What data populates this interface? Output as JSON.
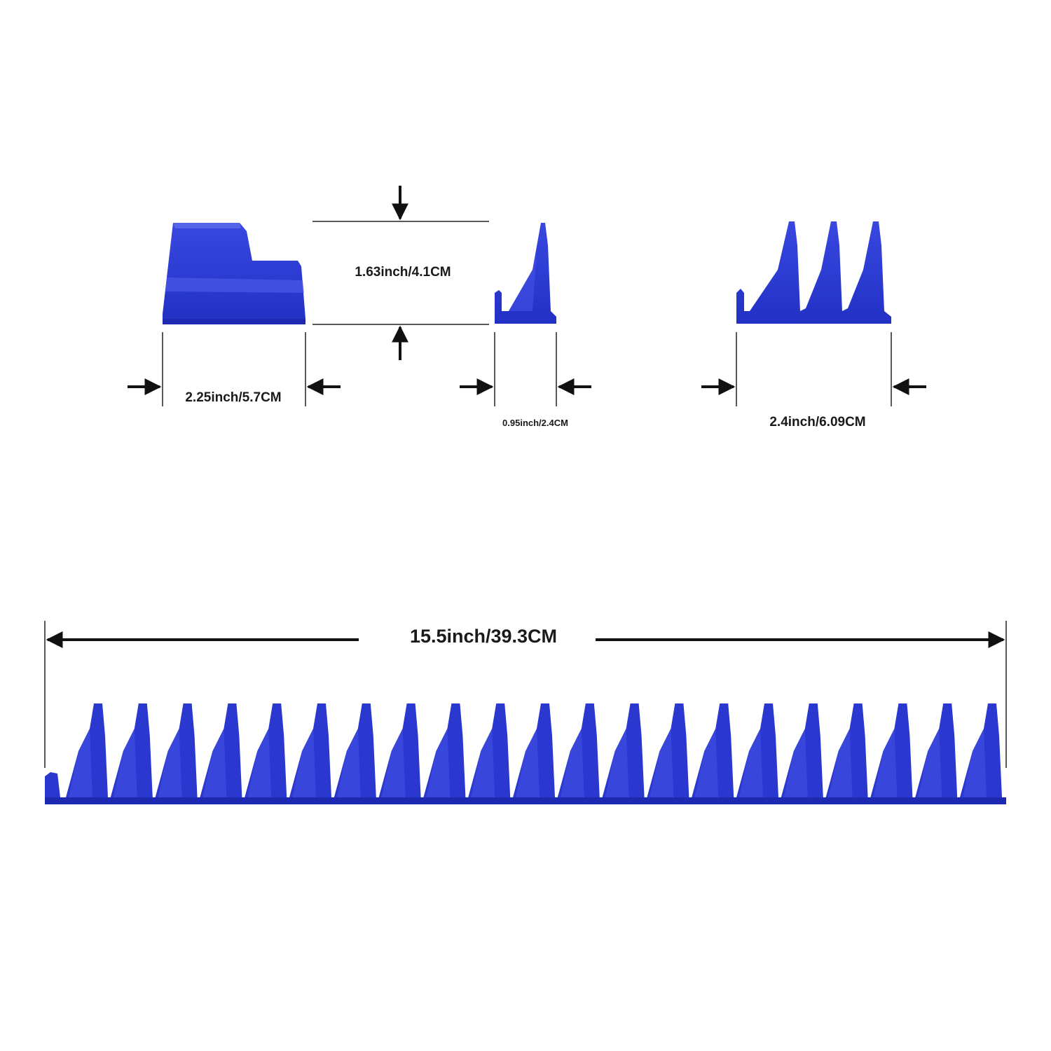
{
  "dimensions": {
    "single_clip_length": "2.25inch/5.7CM",
    "height": "1.63inch/4.1CM",
    "single_tooth_width": "0.95inch/2.4CM",
    "triple_tooth_width": "2.4inch/6.09CM",
    "full_rail_length": "15.5inch/39.3CM"
  },
  "product_color": "#2a38d0",
  "rail_tooth_count": 21
}
